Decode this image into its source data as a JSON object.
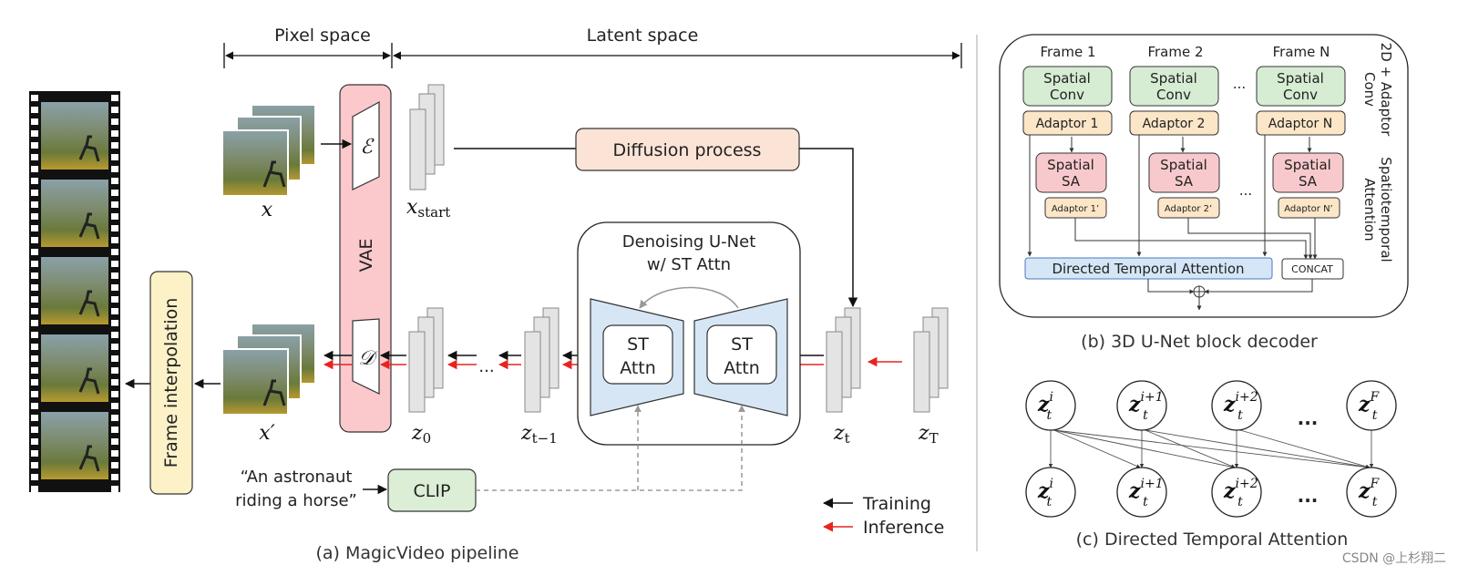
{
  "colors": {
    "vae_fill": "#fbc9cc",
    "diffusion_fill": "#fbe3d6",
    "unet_fill": "#d6e6f4",
    "clip_fill": "#dcefd6",
    "frame_interp_fill": "#fdf1c8",
    "spatial_conv_fill": "#d6ecd3",
    "adaptor_fill": "#fce6c8",
    "spatial_sa_fill": "#f8c9cc",
    "dta_fill": "#d5e6f7",
    "inference_arrow": "#e8231f",
    "training_arrow": "#111111"
  },
  "panel_a": {
    "pixel_space": "Pixel space",
    "latent_space": "Latent space",
    "x_label": "x",
    "x_start_label": "x",
    "x_start_sub": "start",
    "x_prime_label": "x′",
    "vae_label": "VAE",
    "encoder_symbol": "ℰ",
    "decoder_symbol": "𝒟",
    "diffusion_process": "Diffusion process",
    "unet_title_line1": "Denoising U-Net",
    "unet_title_line2": "w/ ST Attn",
    "st_attn_line1": "ST",
    "st_attn_line2": "Attn",
    "z0_label": "z",
    "z0_sub": "0",
    "zt1_label": "z",
    "zt1_sub": "t−1",
    "zt_label": "z",
    "zt_sub": "t",
    "zT_label": "z",
    "zT_sub": "T",
    "ellipsis": "...",
    "prompt_line1": "“An astronaut",
    "prompt_line2": "riding a horse”",
    "clip": "CLIP",
    "frame_interpolation": "Frame interpolation",
    "legend_training": "Training",
    "legend_inference": "Inference",
    "caption": "(a) MagicVideo pipeline"
  },
  "panel_b": {
    "frame1": "Frame 1",
    "frame2": "Frame 2",
    "frameN": "Frame N",
    "spatial_conv_line1": "Spatial",
    "spatial_conv_line2": "Conv",
    "adaptor1": "Adaptor 1",
    "adaptor2": "Adaptor 2",
    "adaptorN": "Adaptor N",
    "spatial_sa_line1": "Spatial",
    "spatial_sa_line2": "SA",
    "adaptor1p": "Adaptor 1’",
    "adaptor2p": "Adaptor 2’",
    "adaptorNp": "Adaptor N’",
    "ellipsis": "...",
    "dta": "Directed Temporal Attention",
    "concat": "CONCAT",
    "side1_line1": "2D + Adaptor",
    "side1_line2": "Conv",
    "side2_line1": "Spatiotemporal",
    "side2_line2": "Attention",
    "caption": "(b) 3D U-Net block decoder"
  },
  "panel_c": {
    "nodes": [
      {
        "base": "z",
        "sub": "t",
        "sup": "i"
      },
      {
        "base": "z",
        "sub": "t",
        "sup": "i+1"
      },
      {
        "base": "z",
        "sub": "t",
        "sup": "i+2"
      },
      {
        "base": "z",
        "sub": "t",
        "sup": "F"
      }
    ],
    "ellipsis": "...",
    "caption": "(c) Directed Temporal Attention"
  },
  "watermark": "CSDN @上杉翔二"
}
